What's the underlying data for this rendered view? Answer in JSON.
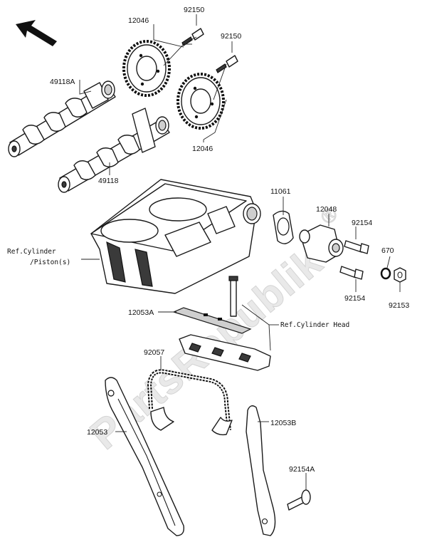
{
  "watermark": {
    "text": "PartsRepublik",
    "symbol": "®"
  },
  "direction_arrow_icon": "front-direction-arrow-icon",
  "labels": {
    "p92150_top": "92150",
    "p12046_top": "12046",
    "p92150_right": "92150",
    "p49118A": "49118A",
    "p12046_bottom": "12046",
    "p49118": "49118",
    "p11061": "11061",
    "p12048": "12048",
    "p92154_top": "92154",
    "p670": "670",
    "p92154_bottom": "92154",
    "p92153": "92153",
    "p12053A": "12053A",
    "p92057": "92057",
    "p12053": "12053",
    "p12053B": "12053B",
    "p92154A": "92154A"
  },
  "references": {
    "cylinder_piston_line1": "Ref.Cylinder",
    "cylinder_piston_line2": "/Piston(s)",
    "cylinder_head": "Ref.Cylinder Head"
  }
}
